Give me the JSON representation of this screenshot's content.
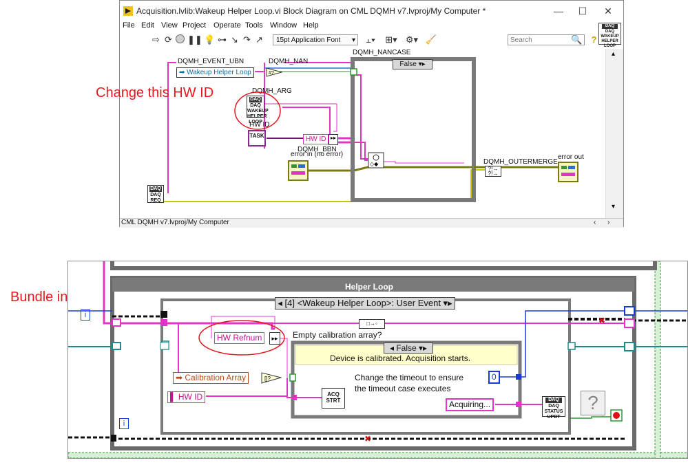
{
  "window1": {
    "title": "Acquisition.lvlib:Wakeup Helper Loop.vi Block Diagram on CML DQMH v7.lvproj/My Computer *",
    "window_controls": {
      "minimize": "—",
      "maximize": "☐",
      "close": "✕"
    },
    "menu": [
      "File",
      "Edit",
      "View",
      "Project",
      "Operate",
      "Tools",
      "Window",
      "Help"
    ],
    "toolbar": {
      "font_select": "15pt Application Font",
      "search_placeholder": "Search",
      "help_icon": "?"
    },
    "vi_icon_text": "DAQ WAKEUP HELPER LOOP",
    "status_bar": "CML DQMH v7.lvproj/My Computer",
    "diagram": {
      "event_ubn_label": "DQMH_EVENT_UBN",
      "event_ubn_value": "Wakeup Helper Loop",
      "nan_label": "DQMH_NAN",
      "nancase_label": "DQMH_NANCASE",
      "nancase_selector": "False",
      "arg_label": "DQMH_ARG",
      "arg_icon_text": "DAQ WAKEUP HELPER LOOP",
      "hwid_label": "HW ID",
      "hwid_task_text": "TASK",
      "hwid_bundle_const": "HW ID",
      "bbn_label": "DQMH_BBN",
      "error_in_label": "error in (no error)",
      "outermerge_label": "DQMH_OUTERMERGE",
      "error_out_label": "error out",
      "req_icon_text": "DAQ REQ"
    }
  },
  "annotations": {
    "top": "Change this HW ID",
    "bottom": "Bundle into helper loop data"
  },
  "window2": {
    "loop_title": "Helper Loop",
    "event_selector": "[4] <Wakeup Helper Loop>: User Event",
    "hw_refnum": "HW Refnum",
    "empty_cal_label": "Empty calibration array?",
    "inner_case_selector": "False",
    "calibrated_text": "Device is calibrated. Acquisition starts.",
    "timeout_note_line1": "Change the timeout to ensure",
    "timeout_note_line2": "the timeout case executes",
    "calibration_array": "Calibration Array",
    "hw_id": "HW ID",
    "acq_strt_text": "ACQ STRT",
    "acquiring": "Acquiring...",
    "status_updt_text": "DAQ STATUS UPDT",
    "timeout_const": "0",
    "iteration_label": "i",
    "question_icon": "?"
  }
}
